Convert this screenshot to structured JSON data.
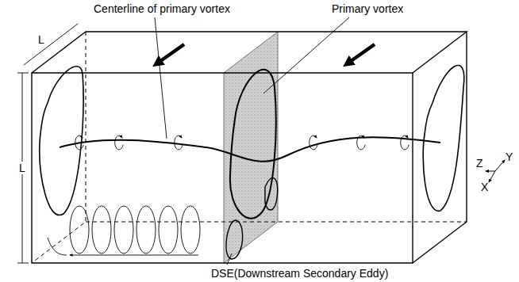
{
  "diagram": {
    "labels": [
      "Centerline of primary vortex",
      "Primary vortex",
      "L",
      "L",
      "Z",
      "Y",
      "X",
      "DSE(Downstream Secondary Eddy)"
    ]
  }
}
